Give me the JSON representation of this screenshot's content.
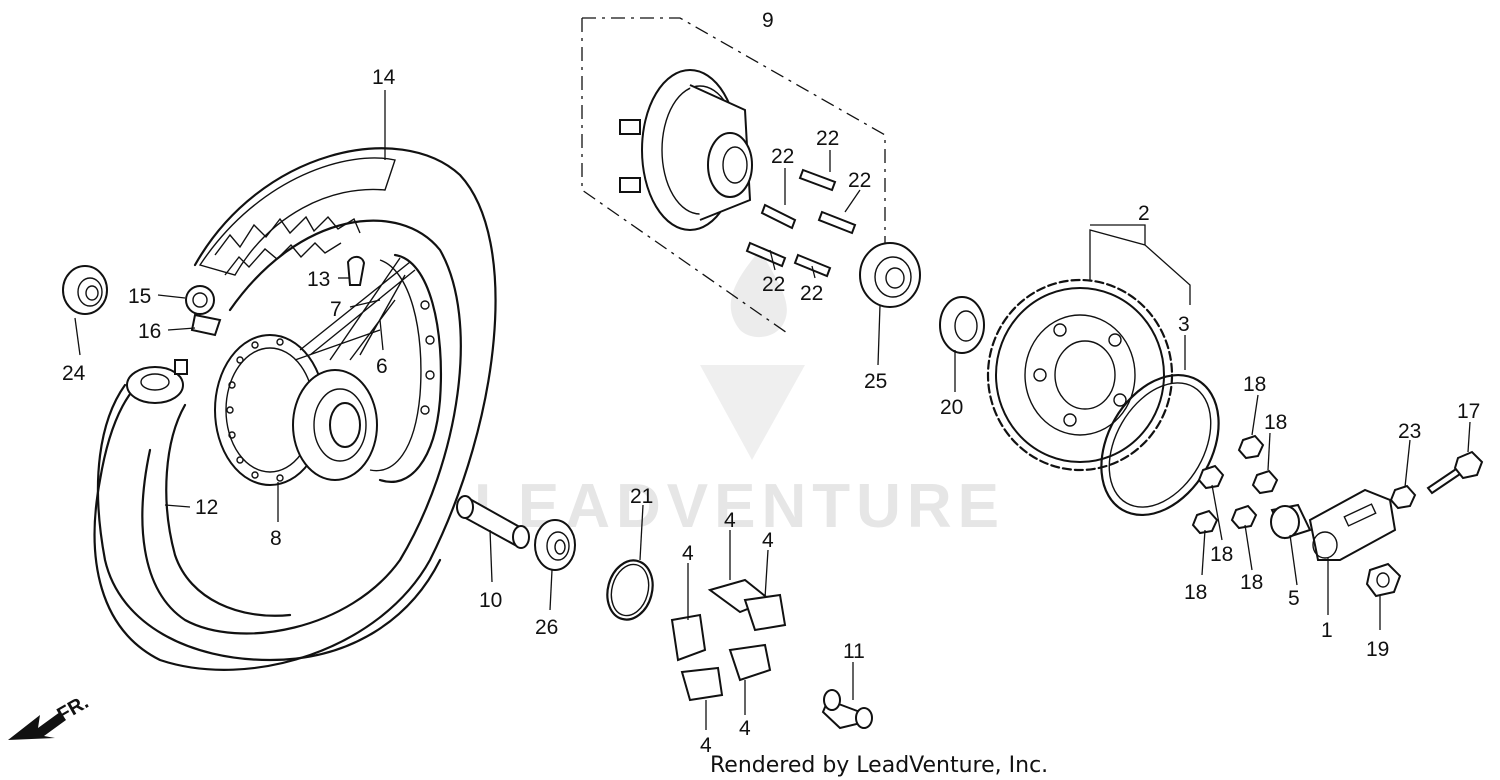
{
  "watermark_text": "LEADVENTURE",
  "credit": "Rendered by LeadVenture, Inc.",
  "direction_label": "FR.",
  "callouts": {
    "c14": "14",
    "c9": "9",
    "c15": "15",
    "c16": "16",
    "c24": "24",
    "c13": "13",
    "c7": "7",
    "c6": "6",
    "c12": "12",
    "c8": "8",
    "c22": "22",
    "c25": "25",
    "c2": "2",
    "c3": "3",
    "c20": "20",
    "c18": "18",
    "c23": "23",
    "c17": "17",
    "c5": "5",
    "c1": "1",
    "c19": "19",
    "c21": "21",
    "c10": "10",
    "c26": "26",
    "c4": "4",
    "c11": "11"
  }
}
